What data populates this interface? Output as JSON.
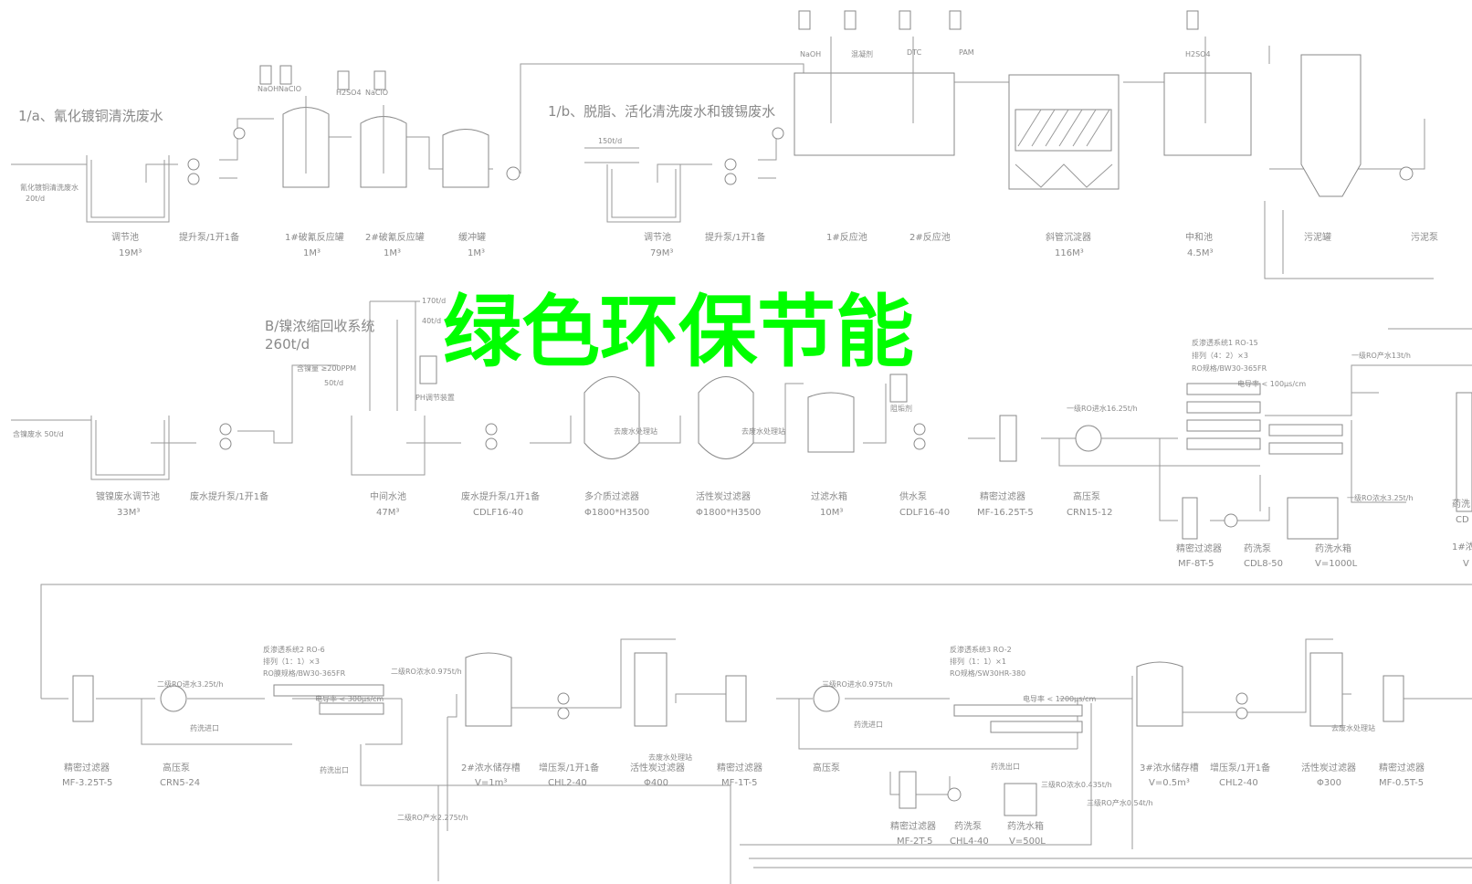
{
  "watermark": {
    "text": "绿色环保节能",
    "color": "#00ff00"
  },
  "line_color": "#9a9a9a",
  "sections": {
    "s1a": "1/a、氰化镀铜清洗废水",
    "s1b": "1/b、脱脂、活化清洗废水和镀锡废水",
    "sB_title": "B/镍浓缩回收系统",
    "sB_flow": "260t/d"
  },
  "flows": {
    "cyanide_in": "氰化镀铜清洗废水",
    "cyanide_rate": "20t/d",
    "degrease_rate": "150t/d",
    "nickel_in": "含镍废水 50t/d",
    "f170": "170t/d",
    "f40": "40t/d",
    "ni_content": "含镍量 ≥200PPM",
    "f50": "50t/d",
    "ro1_in": "一级RO进水16.25t/h",
    "ro1_product": "一级RO产水13t/h",
    "ro1_conc": "一级RO浓水3.25t/h",
    "cond1": "电导率 < 100μs/cm",
    "ro2_in": "二级RO进水3.25t/h",
    "ro2_conc": "二级RO浓水0.975t/h",
    "ro2_product": "二级RO产水2.275t/h",
    "cond2": "电导率 < 300μs/cm",
    "ro3_in": "三级RO进水0.975t/h",
    "ro3_conc": "三级RO浓水0.435t/h",
    "ro3_product": "三级RO产水0.54t/h",
    "cond3": "电导率 < 1200μs/cm",
    "wash_in": "药洗进口",
    "wash_out": "药洗出口",
    "to_waste": "去废水处理站"
  },
  "ro_systems": {
    "ro1": {
      "line1": "反渗透系统1  RO-15",
      "line2": "排列（4：2）×3",
      "line3": "RO规格/BW30-365FR"
    },
    "ro2": {
      "line1": "反渗透系统2  RO-6",
      "line2": "排列（1：1）×3",
      "line3": "RO膜规格/BW30-365FR"
    },
    "ro3": {
      "line1": "反渗透系统3  RO-2",
      "line2": "排列（1：1）×1",
      "line3": "RO规格/SW30HR-380"
    }
  },
  "chemicals": {
    "naoh": "NaOH",
    "naclo": "NaClO",
    "h2so4": "H2SO4",
    "naclo2": "NaClO",
    "naoh2": "NaOH",
    "coagulant": "混凝剂",
    "dtc": "DTC",
    "pam": "PAM",
    "h2so4b": "H2SO4",
    "ph_adjust": "PH调节装置",
    "scale": "阻垢剂"
  },
  "row1_labels": [
    {
      "name": "调节池",
      "spec": "19M³"
    },
    {
      "name": "提升泵/1开1备",
      "spec": ""
    },
    {
      "name": "1#破氰反应罐",
      "spec": "1M³"
    },
    {
      "name": "2#破氰反应罐",
      "spec": "1M³"
    },
    {
      "name": "缓冲罐",
      "spec": "1M³"
    },
    {
      "name": "调节池",
      "spec": "79M³"
    },
    {
      "name": "提升泵/1开1备",
      "spec": ""
    },
    {
      "name": "1#反应池",
      "spec": ""
    },
    {
      "name": "2#反应池",
      "spec": ""
    },
    {
      "name": "斜管沉淀器",
      "spec": "116M³"
    },
    {
      "name": "中和池",
      "spec": "4.5M³"
    },
    {
      "name": "污泥罐",
      "spec": ""
    },
    {
      "name": "污泥泵",
      "spec": ""
    }
  ],
  "row2_labels": [
    {
      "name": "镀镍废水调节池",
      "spec": "33M³"
    },
    {
      "name": "废水提升泵/1开1备",
      "spec": ""
    },
    {
      "name": "中间水池",
      "spec": "47M³"
    },
    {
      "name": "废水提升泵/1开1备",
      "spec": "CDLF16-40"
    },
    {
      "name": "多介质过滤器",
      "spec": "Φ1800*H3500"
    },
    {
      "name": "活性炭过滤器",
      "spec": "Φ1800*H3500"
    },
    {
      "name": "过滤水箱",
      "spec": "10M³"
    },
    {
      "name": "供水泵",
      "spec": "CDLF16-40"
    },
    {
      "name": "精密过滤器",
      "spec": "MF-16.25T-5"
    },
    {
      "name": "高压泵",
      "spec": "CRN15-12"
    },
    {
      "name": "精密过滤器",
      "spec": "MF-8T-5"
    },
    {
      "name": "药洗泵",
      "spec": "CDL8-50"
    },
    {
      "name": "药洗水箱",
      "spec": "V=1000L"
    }
  ],
  "row3_labels": [
    {
      "name": "精密过滤器",
      "spec": "MF-3.25T-5"
    },
    {
      "name": "高压泵",
      "spec": "CRN5-24"
    },
    {
      "name": "2#浓水储存槽",
      "spec": "V=1m³"
    },
    {
      "name": "增压泵/1开1备",
      "spec": "CHL2-40"
    },
    {
      "name": "活性炭过滤器",
      "spec": "Φ400"
    },
    {
      "name": "精密过滤器",
      "spec": "MF-1T-5"
    },
    {
      "name": "高压泵",
      "spec": ""
    },
    {
      "name": "精密过滤器",
      "spec": "MF-2T-5"
    },
    {
      "name": "药洗泵",
      "spec": "CHL4-40"
    },
    {
      "name": "药洗水箱",
      "spec": "V=500L"
    },
    {
      "name": "3#浓水储存槽",
      "spec": "V=0.5m³"
    },
    {
      "name": "增压泵/1开1备",
      "spec": "CHL2-40"
    },
    {
      "name": "活性炭过滤器",
      "spec": "Φ300"
    },
    {
      "name": "精密过滤器",
      "spec": "MF-0.5T-5"
    }
  ],
  "edge_labels": [
    "药洗",
    "CD",
    "1#浓",
    "V"
  ]
}
